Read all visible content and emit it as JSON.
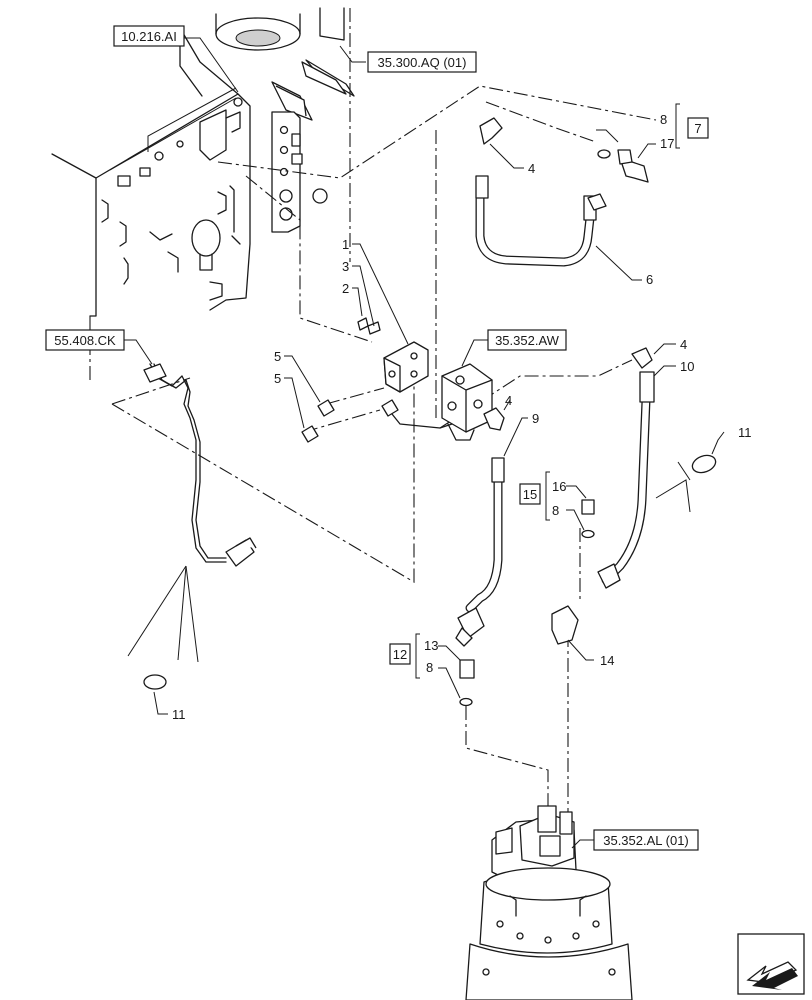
{
  "references": {
    "r_10_216": "10.216.AI",
    "r_35_300": "35.300.AQ (01)",
    "r_55_408": "55.408.CK",
    "r_35_352_aw": "35.352.AW",
    "r_35_352_al": "35.352.AL (01)"
  },
  "kits": {
    "k7": "7",
    "k12": "12",
    "k15": "15"
  },
  "callouts": {
    "c1": "1",
    "c2": "2",
    "c3": "3",
    "c4a": "4",
    "c4b": "4",
    "c4c": "4",
    "c5a": "5",
    "c5b": "5",
    "c6": "6",
    "c8a": "8",
    "c8b": "8",
    "c8c": "8",
    "c9": "9",
    "c10": "10",
    "c11a": "11",
    "c11b": "11",
    "c13": "13",
    "c14": "14",
    "c16": "16",
    "c17": "17"
  },
  "icons": {
    "orientation": "view-direction-arrow-icon"
  }
}
